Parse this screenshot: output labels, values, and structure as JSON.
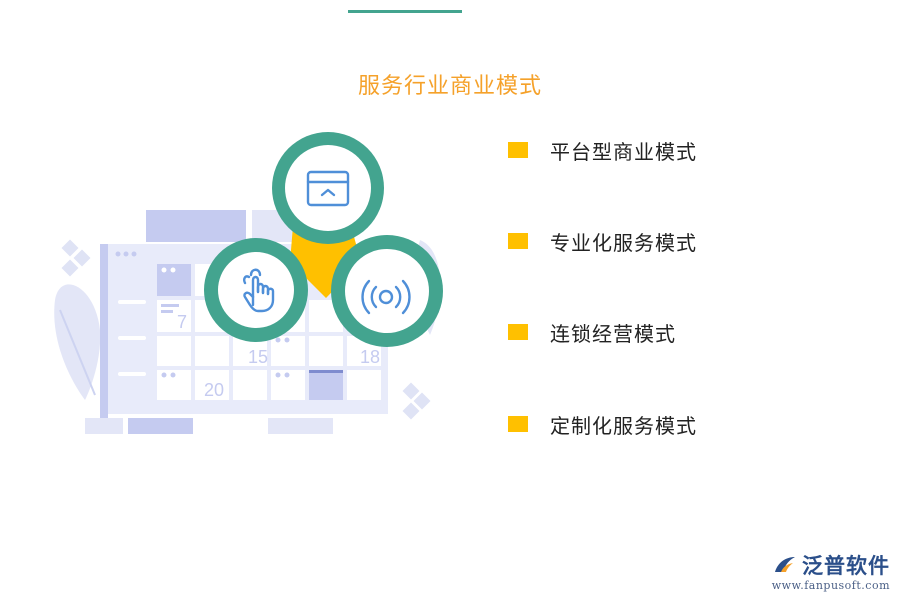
{
  "title": "服务行业商业模式",
  "items": [
    {
      "label": "平台型商业模式"
    },
    {
      "label": "专业化服务模式"
    },
    {
      "label": "连锁经营模式"
    },
    {
      "label": "定制化服务模式"
    }
  ],
  "calendar": {
    "days": [
      "7",
      "15",
      "18",
      "20"
    ]
  },
  "icons": {
    "top": "window-icon",
    "left": "touch-hand-icon",
    "right": "wireless-signal-icon"
  },
  "logo": {
    "name": "泛普软件",
    "url": "www.fanpusoft.com"
  },
  "colors": {
    "title": "#f5a12a",
    "ring": "#43a48f",
    "center": "#ffc000",
    "bullet": "#ffc000",
    "calendar": "#c5cbf0",
    "icon": "#4f8fd8"
  }
}
